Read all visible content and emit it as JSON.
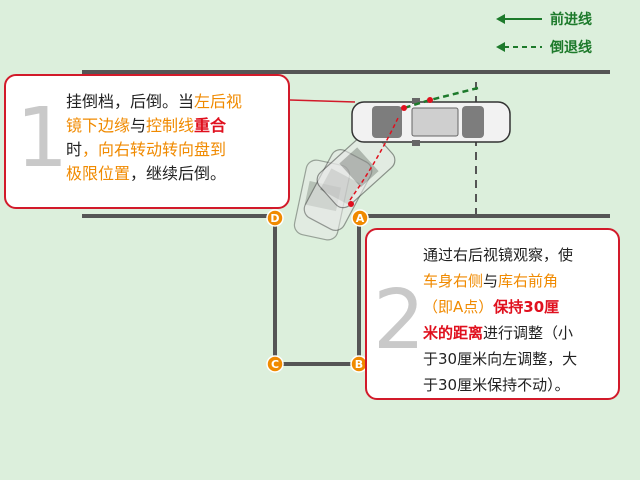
{
  "legend": {
    "forward_line": "前进线",
    "reverse_line": "倒退线",
    "forward_color": "#1d7a2b",
    "reverse_color": "#1d7a2b"
  },
  "points": {
    "a": "A",
    "b": "B",
    "c": "C",
    "d": "D",
    "color": "#f08a00"
  },
  "step1": {
    "number": "1",
    "t1": "挂倒档，后倒。当",
    "t2": "左后视",
    "t3": "镜下边缘",
    "t4": "与",
    "t5": "控制线",
    "t6": "重合",
    "t7": "时",
    "t8": "，",
    "t9": "向右转动转向盘到",
    "t10": "极限位置",
    "t11": "，继续后倒。"
  },
  "step2": {
    "number": "2",
    "t1": "通过右后视镜观察，使",
    "t2": "车身右侧",
    "t3": "与",
    "t4": "库右前角",
    "t5": "（即A点）",
    "t6": "保持30厘",
    "t7": "米的距离",
    "t8": "进行调整（小",
    "t9": "于30厘米向左调整，大",
    "t10": "于30厘米保持不动）。"
  },
  "colors": {
    "accent_red": "#d21a2a",
    "highlight_orange": "#f08a00",
    "background": "#dcefdc"
  }
}
